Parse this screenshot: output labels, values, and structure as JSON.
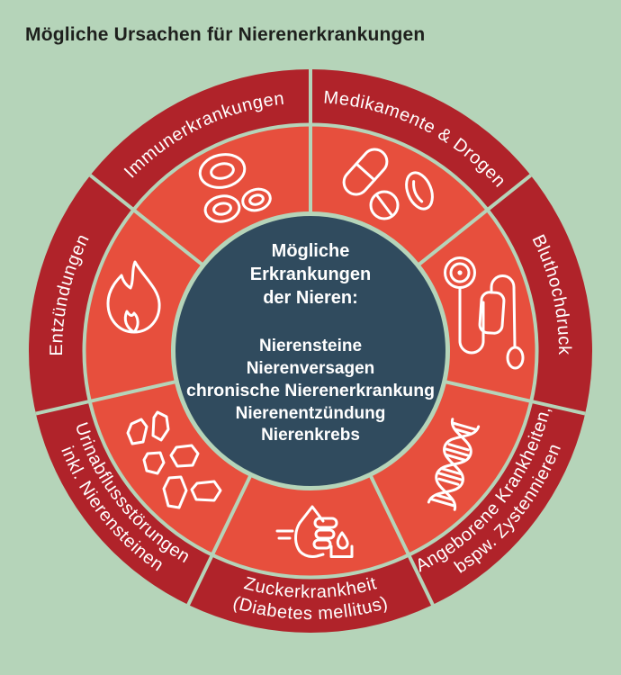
{
  "title": "Mögliche Ursachen für Nierenerkrankungen",
  "colors": {
    "background": "#b5d4b9",
    "outer_ring": "#b0232a",
    "inner_ring": "#e74f3d",
    "center_circle": "#304b5e",
    "ring_text": "#ffffff",
    "title_text": "#1e201d"
  },
  "center": {
    "heading": [
      "Mögliche",
      "Erkrankungen",
      "der Nieren:"
    ],
    "diseases": [
      "Nierensteine",
      "Nierenversagen",
      "chronische Nierenerkrankung",
      "Nierenentzündung",
      "Nierenkrebs"
    ]
  },
  "segments": [
    {
      "label": "Immunerkrankungen",
      "icon": "blood-cells-icon"
    },
    {
      "label": "Medikamente & Drogen",
      "icon": "pills-icon"
    },
    {
      "label": "Bluthochdruck",
      "icon": "blood-pressure-monitor-icon"
    },
    {
      "label": "Angeborene Krankheiten,",
      "label_line2": "bspw. Zystennieren",
      "icon": "dna-icon"
    },
    {
      "label": "Zuckerkrankheit",
      "label_line2": "(Diabetes mellitus)",
      "icon": "blood-sugar-test-icon"
    },
    {
      "label": "Urinabflussstörungen",
      "label_line2": "inkl. Nierensteinen",
      "icon": "kidney-stones-icon"
    },
    {
      "label": "Entzündungen",
      "icon": "flame-icon"
    }
  ]
}
